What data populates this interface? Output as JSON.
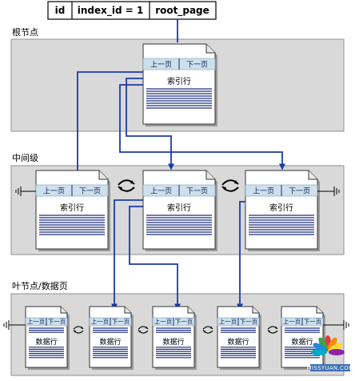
{
  "header": {
    "cells": [
      "id",
      "index_id = 1",
      "root_page"
    ]
  },
  "levels": {
    "root": "根节点",
    "intermediate": "中间级",
    "leaf": "叶节点/数据页"
  },
  "page_labels": {
    "prev": "上一页",
    "next": "下一页",
    "index_rows": "索引行",
    "data_rows": "数据行"
  },
  "watermark": "MISSYUAN.COM",
  "colors": {
    "panel_fill": "#d9d9d9",
    "panel_stroke": "#8f8f8f",
    "page_header": "#cde0ec",
    "row_line": "#1c2c7c",
    "arrow": "#1a3aa8"
  }
}
